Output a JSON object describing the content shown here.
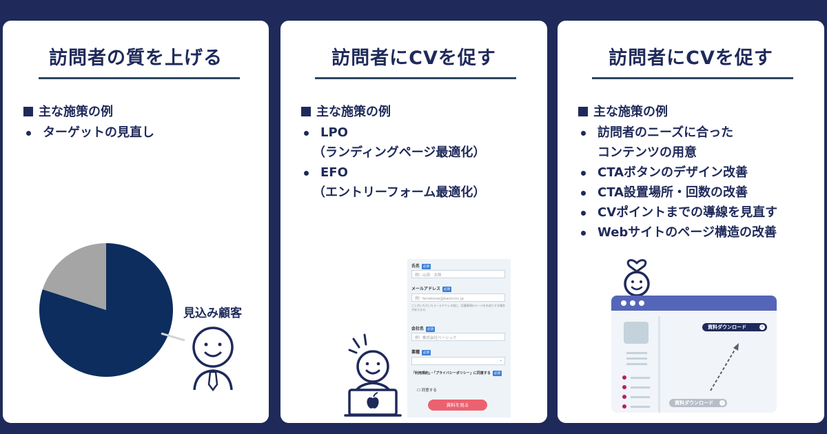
{
  "panels": [
    {
      "title": "訪問者の質を上げる",
      "label": "主な施策の例",
      "items": [
        "ターゲットの見直し"
      ],
      "annotation": "見込み顧客"
    },
    {
      "title": "訪問者にCVを促す",
      "label": "主な施策の例",
      "items": [
        {
          "main": "LPO",
          "sub": "（ランディングページ最適化）"
        },
        {
          "main": "EFO",
          "sub": "（エントリーフォーム最適化）"
        }
      ],
      "form": {
        "name_label": "氏名",
        "name_placeholder": "例）山田　太郎",
        "email_label": "メールアドレス",
        "email_placeholder": "例）ferretone@basicinc.jp",
        "email_note": "ご入力いただいたメールアドレス宛に、記載事項のメールをお送りする場合があります。",
        "company_label": "会社名",
        "company_placeholder": "例）株式会社ベーシック",
        "industry_label": "業種",
        "consent_text": "「利用規約」・「プライバシーポリシー」に同意する",
        "checkbox_label": "同意する",
        "required_badge": "必須",
        "submit_label": "資料を見る"
      }
    },
    {
      "title": "訪問者にCVを促す",
      "label": "主な施策の例",
      "items": [
        {
          "main": "訪問者のニーズに合った",
          "sub": "コンテンツの用意"
        },
        {
          "main": "CTAボタンのデザイン改善"
        },
        {
          "main": "CTA設置場所・回数の改善"
        },
        {
          "main": "CVポイントまでの導線を見直す"
        },
        {
          "main": "Webサイトのページ構造の改善"
        }
      ],
      "download_button_label": "資料ダウンロード"
    }
  ],
  "pie_chart": {
    "type": "pie",
    "slices": [
      {
        "fraction": 0.8,
        "color": "#0c2d5e"
      },
      {
        "fraction": 0.2,
        "color": "#a5a5a5"
      }
    ]
  },
  "colors": {
    "navy": "#1f2a5a",
    "accent_blue": "#5566b8",
    "cta_pink": "#ec6170",
    "required_blue": "#3d7fd6"
  }
}
